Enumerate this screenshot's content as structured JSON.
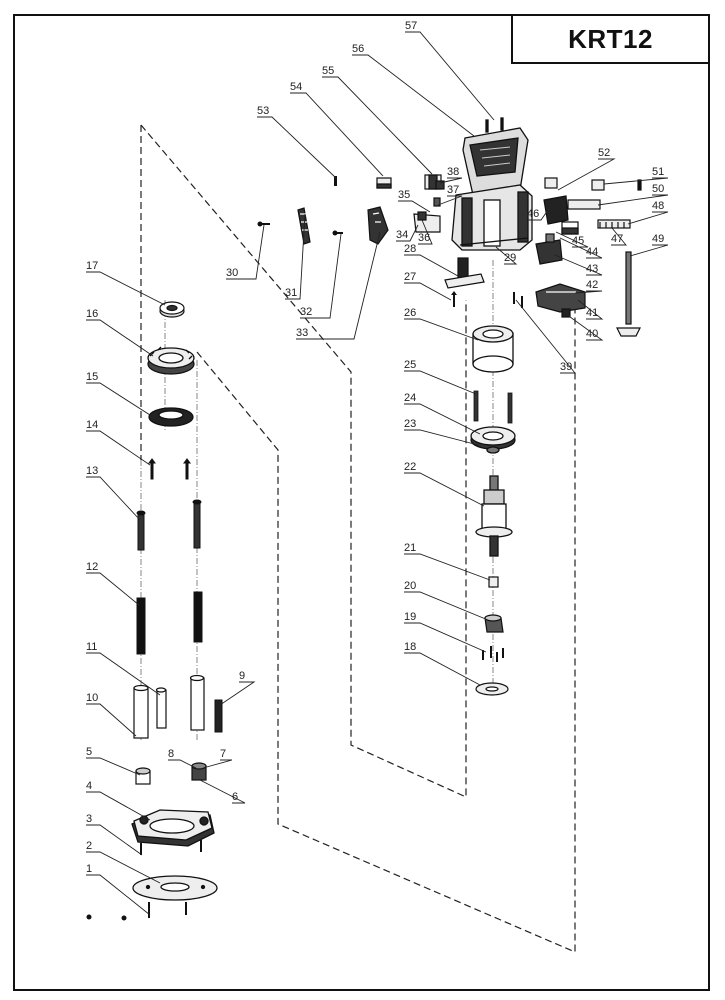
{
  "model": "KRT12",
  "callouts": [
    "1",
    "2",
    "3",
    "4",
    "5",
    "6",
    "7",
    "8",
    "9",
    "10",
    "11",
    "12",
    "13",
    "14",
    "15",
    "16",
    "17",
    "18",
    "19",
    "20",
    "21",
    "22",
    "23",
    "24",
    "25",
    "26",
    "27",
    "28",
    "29",
    "30",
    "31",
    "32",
    "33",
    "34",
    "35",
    "36",
    "37",
    "38",
    "39",
    "40",
    "41",
    "42",
    "43",
    "44",
    "45",
    "46",
    "47",
    "48",
    "49",
    "50",
    "51",
    "52",
    "53",
    "54",
    "55",
    "56",
    "57"
  ]
}
